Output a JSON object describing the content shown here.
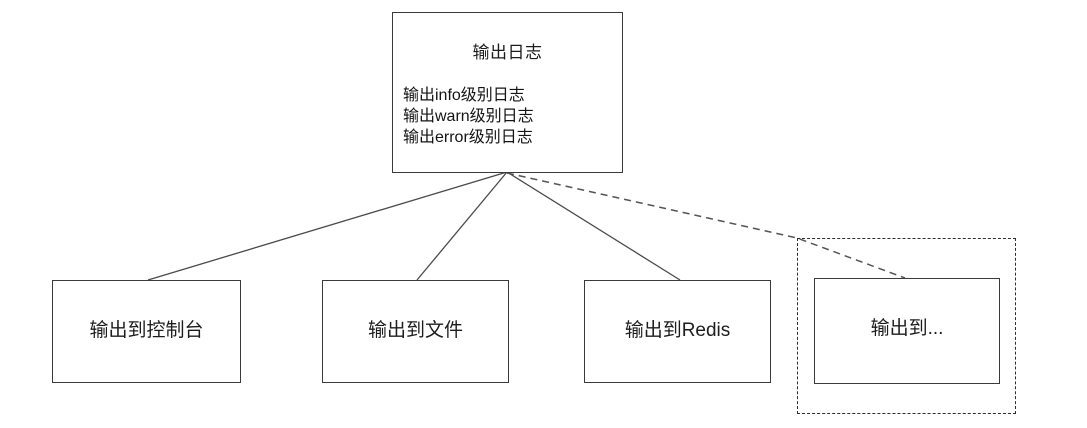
{
  "diagram": {
    "type": "tree",
    "title": "输出日志",
    "root": {
      "title": "输出日志",
      "lines": [
        "输出info级别日志",
        "输出warn级别日志",
        "输出error级别日志"
      ]
    },
    "children": [
      {
        "id": "console",
        "label": "输出到控制台",
        "edge_style": "solid"
      },
      {
        "id": "file",
        "label": "输出到文件",
        "edge_style": "solid"
      },
      {
        "id": "redis",
        "label": "输出到Redis",
        "edge_style": "solid"
      },
      {
        "id": "other",
        "label": "输出到...",
        "edge_style": "dashed"
      }
    ],
    "group": {
      "id": "extensible",
      "label": "",
      "border_style": "dashed"
    },
    "colors": {
      "background": "#ffffff",
      "box_border": "#3a3a3a",
      "dashed_border": "#2e2e2e",
      "edge_solid": "#4a4a4a",
      "edge_dashed": "#555555",
      "text": "#1a1a1a"
    }
  }
}
